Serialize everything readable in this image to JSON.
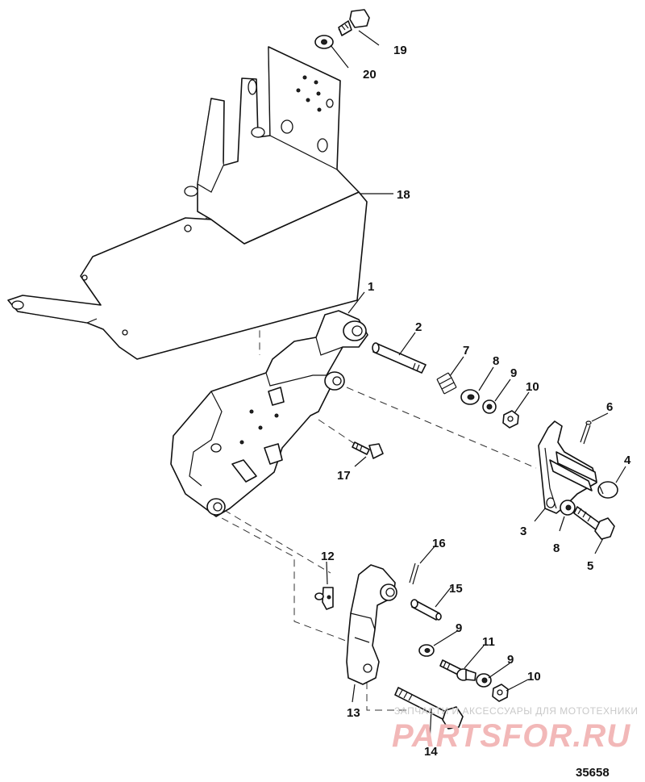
{
  "callouts": {
    "c1": "1",
    "c2": "2",
    "c3": "3",
    "c4": "4",
    "c5": "5",
    "c6": "6",
    "c7": "7",
    "c8a": "8",
    "c8b": "8",
    "c9a": "9",
    "c9b": "9",
    "c9c": "9",
    "c10a": "10",
    "c10b": "10",
    "c11": "11",
    "c12": "12",
    "c13": "13",
    "c14": "14",
    "c15": "15",
    "c16": "16",
    "c17": "17",
    "c18": "18",
    "c19": "19",
    "c20": "20"
  },
  "figure_number": "35658",
  "watermark": {
    "tagline": "ЗАПЧАСТИ И АКСЕССУАРЫ ДЛЯ МОТОТЕХНИКИ",
    "brand": "PARTSFOR.RU"
  },
  "colors": {
    "line": "#111111",
    "watermark_text": "#c9c9c9",
    "watermark_brand": "#f2b8b8"
  }
}
